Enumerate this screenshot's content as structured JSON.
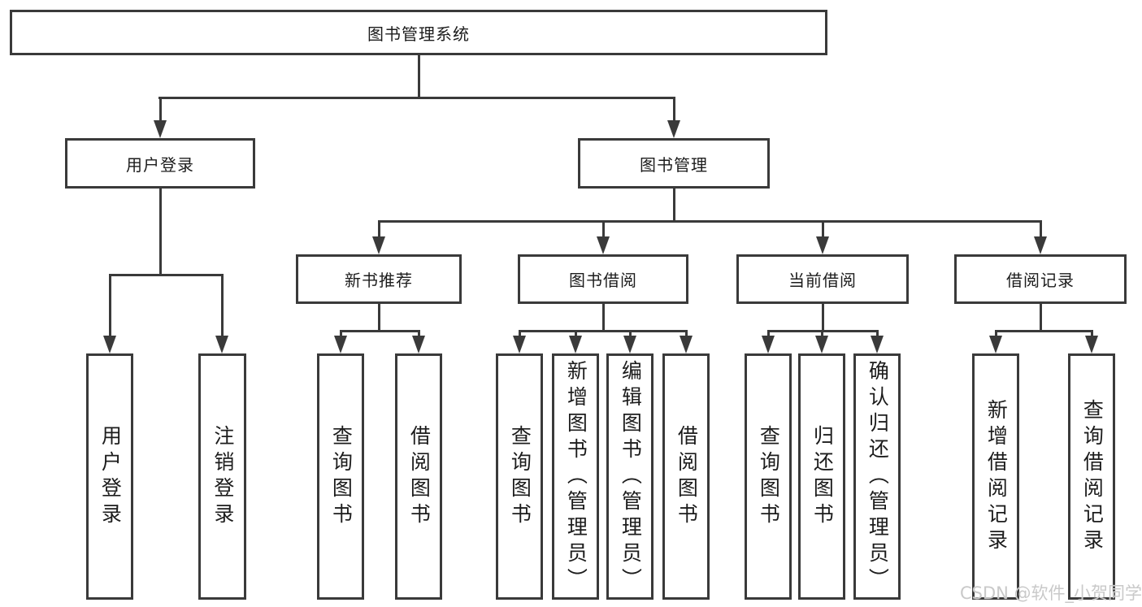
{
  "colors": {
    "line": "#3a3a3a",
    "text": "#1c1c1c",
    "background": "#ffffff",
    "watermark": "#c9c9c9"
  },
  "diagram": {
    "root": "图书管理系统",
    "level2": [
      "用户登录",
      "图书管理"
    ],
    "level3": [
      "新书推荐",
      "图书借阅",
      "当前借阅",
      "借阅记录"
    ],
    "leaves_user_login": [
      "用户登录",
      "注销登录"
    ],
    "leaves_new_book": [
      "查询图书",
      "借阅图书"
    ],
    "leaves_book_borrow": [
      "查询图书",
      "新增图书（管理员）",
      "编辑图书（管理员）",
      "借阅图书"
    ],
    "leaves_current_borrow": [
      "查询图书",
      "归还图书",
      "确认归还（管理员）"
    ],
    "leaves_borrow_records": [
      "新增借阅记录",
      "查询借阅记录"
    ]
  },
  "watermark": {
    "text": "CSDN @软件_小贺同学"
  }
}
